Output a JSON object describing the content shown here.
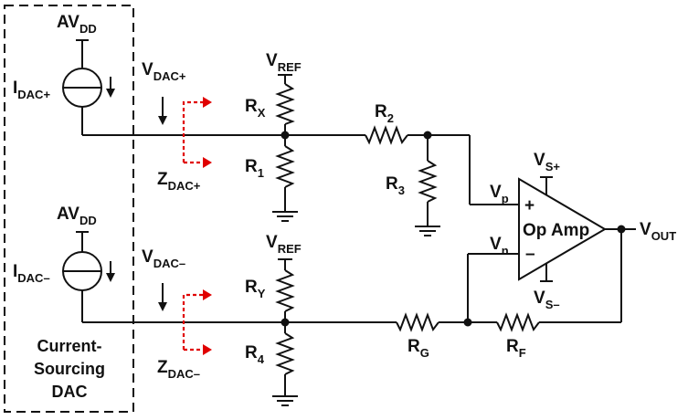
{
  "dac_block": {
    "title_lines": [
      "Current-",
      "Sourcing",
      "DAC"
    ]
  },
  "top_channel": {
    "supply": {
      "main": "AV",
      "sub": "DD"
    },
    "current": {
      "main": "I",
      "sub": "DAC+"
    },
    "voltage": {
      "main": "V",
      "sub": "DAC+"
    },
    "impedance": {
      "main": "Z",
      "sub": "DAC+"
    },
    "vref": {
      "main": "V",
      "sub": "REF"
    },
    "r_upper": {
      "main": "R",
      "sub": "X"
    },
    "r_lower": {
      "main": "R",
      "sub": "1"
    }
  },
  "bottom_channel": {
    "supply": {
      "main": "AV",
      "sub": "DD"
    },
    "current": {
      "main": "I",
      "sub": "DAC–"
    },
    "voltage": {
      "main": "V",
      "sub": "DAC–"
    },
    "impedance": {
      "main": "Z",
      "sub": "DAC–"
    },
    "vref": {
      "main": "V",
      "sub": "REF"
    },
    "r_upper": {
      "main": "R",
      "sub": "Y"
    },
    "r_lower": {
      "main": "R",
      "sub": "4"
    }
  },
  "amplifier": {
    "label": "Op Amp",
    "plus": "+",
    "minus": "–",
    "vp": {
      "main": "V",
      "sub": "p"
    },
    "vn": {
      "main": "V",
      "sub": "n"
    },
    "vs_pos": {
      "main": "V",
      "sub": "S+"
    },
    "vs_neg": {
      "main": "V",
      "sub": "S–"
    },
    "vout": {
      "main": "V",
      "sub": "OUT"
    }
  },
  "network": {
    "r2": {
      "main": "R",
      "sub": "2"
    },
    "r3": {
      "main": "R",
      "sub": "3"
    },
    "rg": {
      "main": "R",
      "sub": "G"
    },
    "rf": {
      "main": "R",
      "sub": "F"
    }
  },
  "colors": {
    "wire": "#111111",
    "impedance_arrow": "#e00000",
    "background": "#ffffff"
  }
}
